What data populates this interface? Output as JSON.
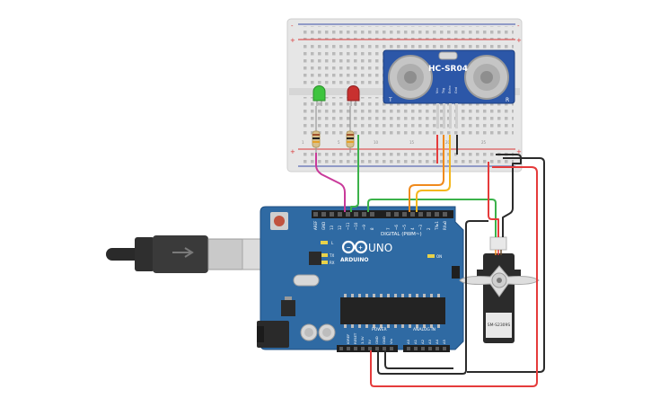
{
  "sensor": {
    "model": "HC-SR04",
    "pins": [
      "Vcc",
      "Trig",
      "Echo",
      "Gnd"
    ],
    "left_mark": "T",
    "right_mark": "R"
  },
  "arduino": {
    "brand": "ARDUINO",
    "model": "UNO",
    "digital_label": "DIGITAL (PWM~)",
    "power_label": "POWER",
    "analog_label": "ANALOG IN",
    "digital_pins": [
      "AREF",
      "GND",
      "13",
      "12",
      "~11",
      "~10",
      "~9",
      "8",
      "7",
      "~6",
      "~5",
      "4",
      "~3",
      "2",
      "TX▸1",
      "RX◂0"
    ],
    "power_pins": [
      "IOREF",
      "RESET",
      "3.3V",
      "5V",
      "GND",
      "GND",
      "Vin"
    ],
    "analog_pins": [
      "A0",
      "A1",
      "A2",
      "A3",
      "A4",
      "A5"
    ],
    "led_labels": [
      "L",
      "TX",
      "RX"
    ],
    "on_label": "ON"
  },
  "servo": {
    "model": "SM-S2309S"
  },
  "breadboard": {
    "plus": "+",
    "minus": "-"
  },
  "colors": {
    "board": "#2f6aa3",
    "board_dark": "#1f4f80",
    "wire_red": "#e53b3b",
    "wire_black": "#2b2b2b",
    "wire_green": "#3bb24a",
    "wire_orange": "#f08a1d",
    "wire_yellow": "#f4b71e",
    "wire_magenta": "#c93a9a",
    "led_green": "#3ec43e",
    "led_red": "#c8302f"
  }
}
